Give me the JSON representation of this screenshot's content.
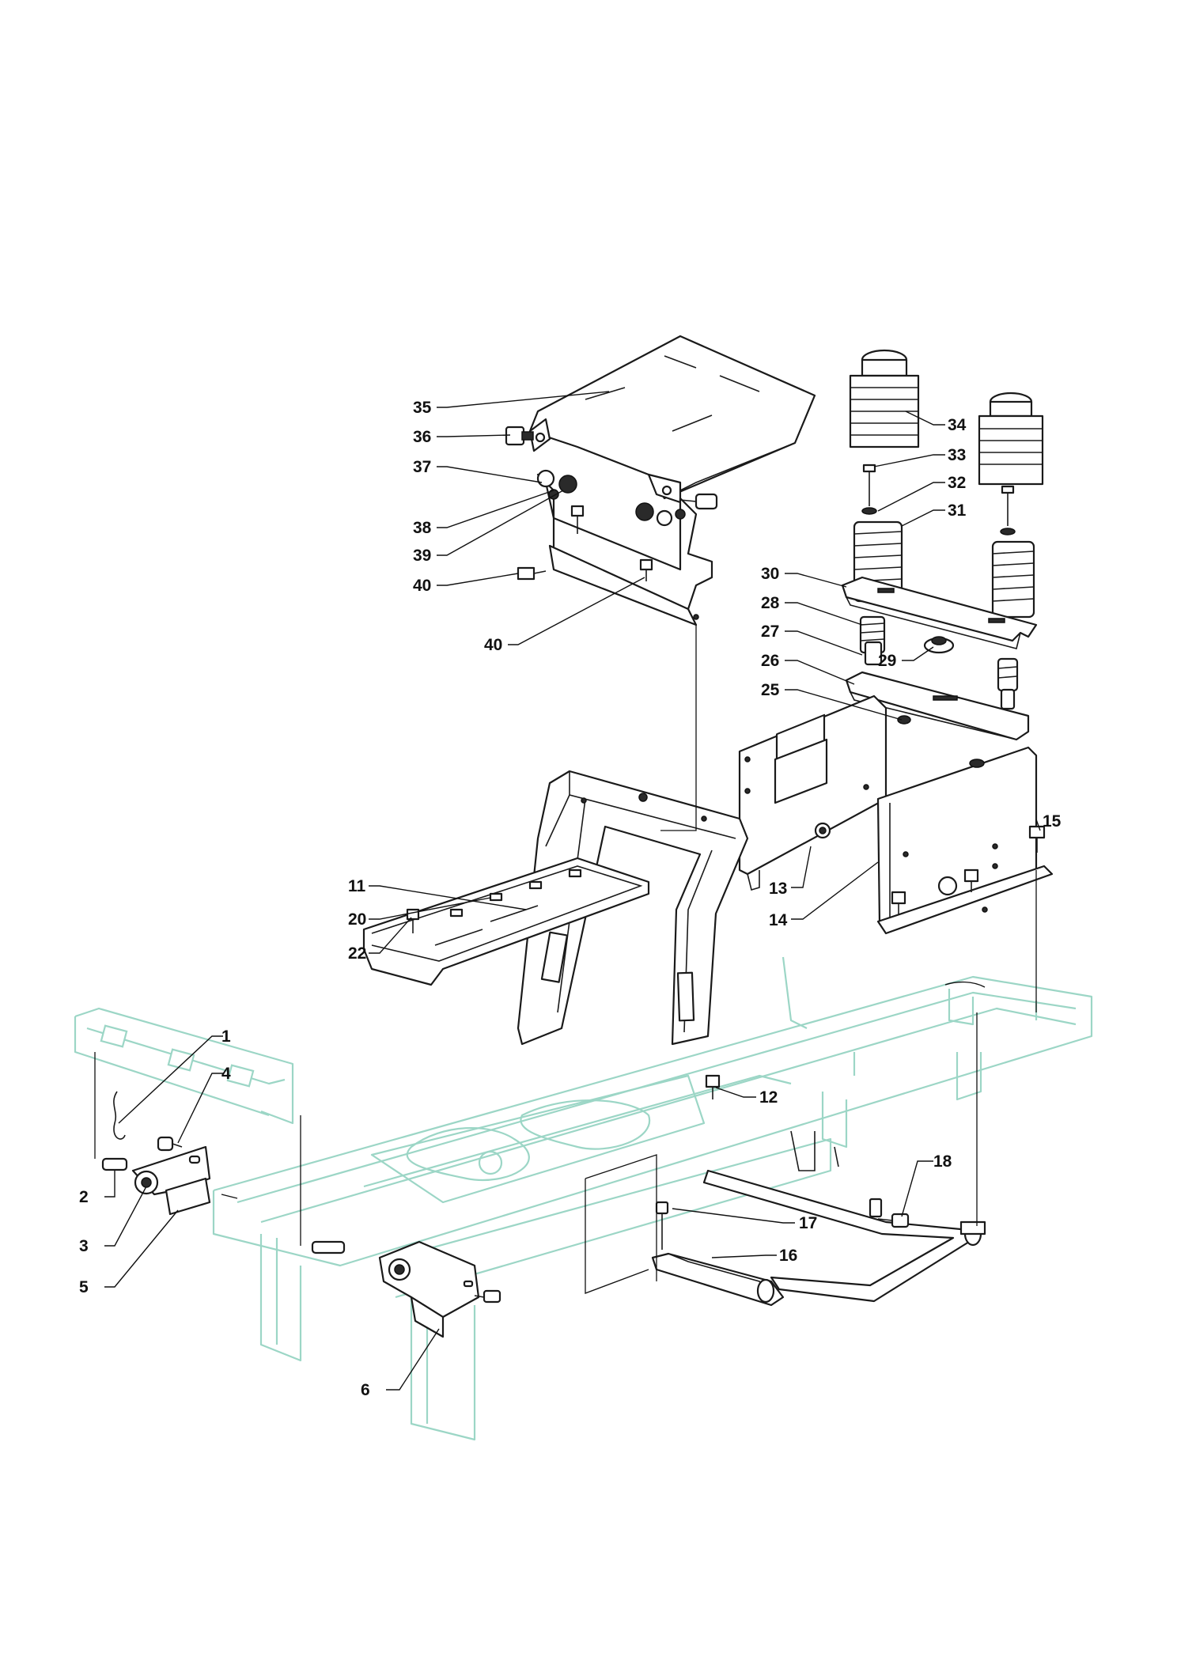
{
  "diagram": {
    "colors": {
      "line": "#1a1a1a",
      "frame": "#9cd6c6",
      "background": "#ffffff"
    },
    "callouts": [
      {
        "label": "1"
      },
      {
        "label": "2"
      },
      {
        "label": "3"
      },
      {
        "label": "4"
      },
      {
        "label": "5"
      },
      {
        "label": "6"
      },
      {
        "label": "11"
      },
      {
        "label": "12"
      },
      {
        "label": "13"
      },
      {
        "label": "14"
      },
      {
        "label": "15"
      },
      {
        "label": "16"
      },
      {
        "label": "17"
      },
      {
        "label": "18"
      },
      {
        "label": "20"
      },
      {
        "label": "22"
      },
      {
        "label": "25"
      },
      {
        "label": "26"
      },
      {
        "label": "27"
      },
      {
        "label": "28"
      },
      {
        "label": "29"
      },
      {
        "label": "30"
      },
      {
        "label": "31"
      },
      {
        "label": "32"
      },
      {
        "label": "33"
      },
      {
        "label": "34"
      },
      {
        "label": "35"
      },
      {
        "label": "36"
      },
      {
        "label": "37"
      },
      {
        "label": "38"
      },
      {
        "label": "39"
      },
      {
        "label": "40"
      },
      {
        "label": "40"
      }
    ]
  }
}
